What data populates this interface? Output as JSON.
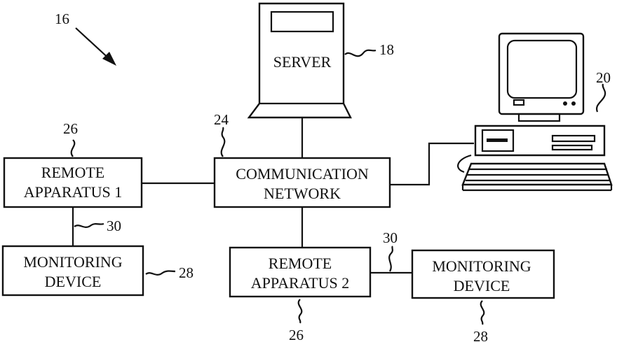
{
  "figure_ref": "16",
  "server": {
    "label": "SERVER",
    "ref": "18"
  },
  "computer": {
    "ref": "20"
  },
  "network": {
    "line1": "COMMUNICATION",
    "line2": "NETWORK",
    "ref": "24"
  },
  "remote1": {
    "line1": "REMOTE",
    "line2": "APPARATUS 1",
    "ref": "26"
  },
  "remote2": {
    "line1": "REMOTE",
    "line2": "APPARATUS 2",
    "ref": "26"
  },
  "monitor1": {
    "line1": "MONITORING",
    "line2": "DEVICE",
    "ref": "28"
  },
  "monitor2": {
    "line1": "MONITORING",
    "line2": "DEVICE",
    "ref": "28"
  },
  "link1_ref": "30",
  "link2_ref": "30"
}
